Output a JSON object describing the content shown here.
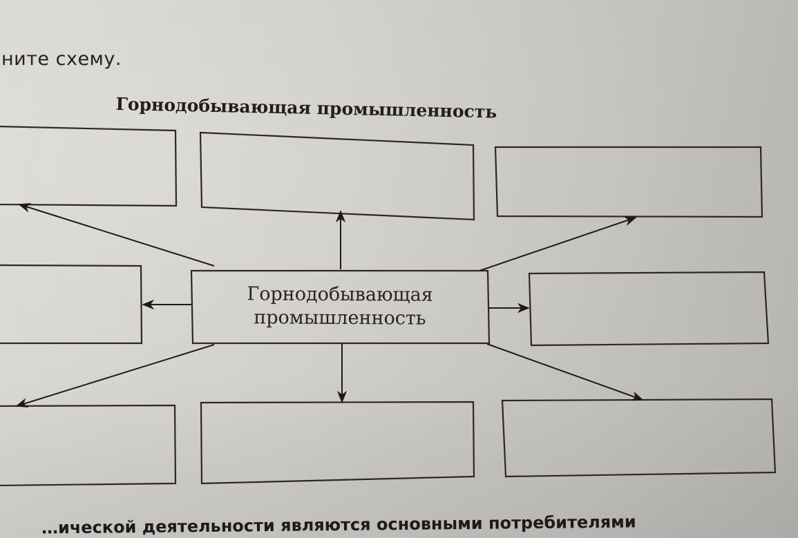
{
  "instruction": "ните схему.",
  "diagram": {
    "title": "Горнодобывающая промышленность",
    "center": {
      "line1": "Горнодобывающая",
      "line2": "промышленность"
    },
    "branches": [
      {
        "id": "top-left",
        "label": ""
      },
      {
        "id": "top-center",
        "label": ""
      },
      {
        "id": "top-right",
        "label": ""
      },
      {
        "id": "middle-left",
        "label": ""
      },
      {
        "id": "middle-right",
        "label": ""
      },
      {
        "id": "bottom-left",
        "label": ""
      },
      {
        "id": "bottom-center",
        "label": ""
      },
      {
        "id": "bottom-right",
        "label": ""
      }
    ]
  },
  "footer_text": "…ической деятельности являются основными потребителями",
  "colors": {
    "ink": "#2a2422",
    "paper": "#cfcdc8"
  }
}
